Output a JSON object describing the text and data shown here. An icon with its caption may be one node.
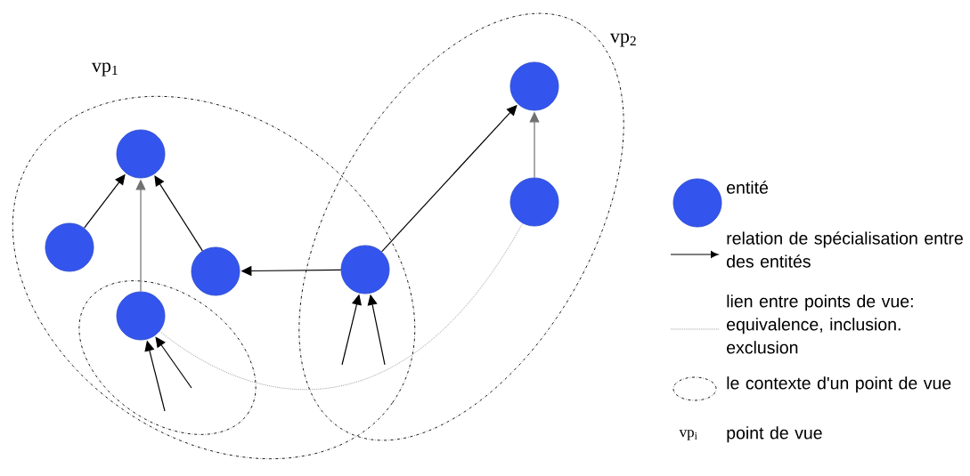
{
  "diagram": {
    "nodes": [
      {
        "text": [
          "vp$_{1}$"
        ]
      },
      {
        "text": [
          "vp$_{2}$"
        ]
      },
      {
        "text": [],
        "shape": "ellipse",
        "in": 0
      },
      {
        "text": [],
        "shape": "circle",
        "in": 0
      },
      {
        "text": [],
        "shape": "circle",
        "in": 0
      },
      {
        "text": [],
        "shape": "circle",
        "in": 0
      },
      {
        "text": [],
        "shape": "circle",
        "in": 2
      },
      {
        "text": [],
        "shape": "circle"
      },
      {
        "text": [],
        "shape": "circle",
        "in": 1
      },
      {
        "text": [],
        "shape": "circle",
        "in": 1
      }
    ],
    "edges": [
      {
        "from": 4,
        "to": 3,
        "arrow": "to"
      },
      {
        "from": 6,
        "to": 3,
        "arrow": "to",
        "color": "#707070"
      },
      {
        "from": 5,
        "to": 3,
        "arrow": "to"
      },
      {
        "from": 7,
        "to": 5,
        "arrow": "to"
      },
      {
        "from": 7,
        "to": 8,
        "arrow": "to"
      },
      {
        "from": 9,
        "to": 8,
        "arrow": "to",
        "color": "#707070"
      },
      {
        "from": 2,
        "to": 6,
        "arrow": "to"
      },
      {
        "from": 2,
        "to": 6,
        "arrow": "to"
      },
      {
        "from": 1,
        "to": 7,
        "arrow": "to"
      },
      {
        "from": 0,
        "to": 7,
        "arrow": "to"
      },
      {
        "from": 6,
        "to": 9,
        "arrow": "none",
        "style": "dashed",
        "color": "#909090"
      }
    ],
    "labels": [
      "vp$_{i}$"
    ],
    "legend": [
      {
        "text": "entité"
      },
      {
        "text": "relation de spécialisation entre des entités"
      },
      {
        "text": "lien entre points de vue: equivalence, inclusion. exclusion"
      },
      {
        "text": "le contexte d'un point de vue"
      },
      {
        "text": "point de vue"
      }
    ]
  }
}
